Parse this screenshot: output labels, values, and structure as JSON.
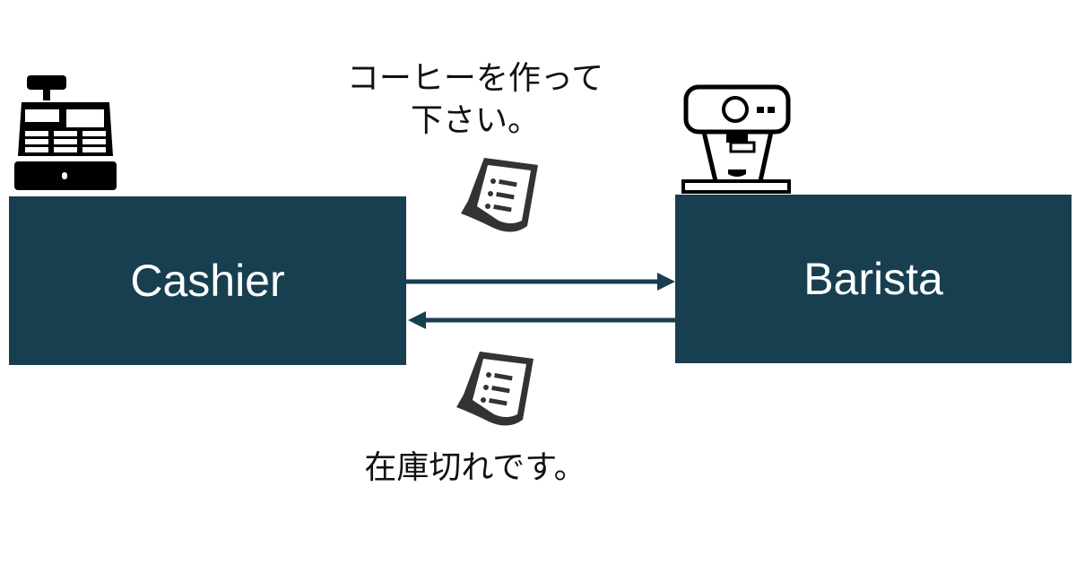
{
  "nodes": {
    "cashier": "Cashier",
    "barista": "Barista"
  },
  "messages": {
    "request_line1": "コーヒーを作って",
    "request_line2": "下さい。",
    "response": "在庫切れです。"
  },
  "colors": {
    "box": "#173f50",
    "arrow": "#173f50"
  }
}
